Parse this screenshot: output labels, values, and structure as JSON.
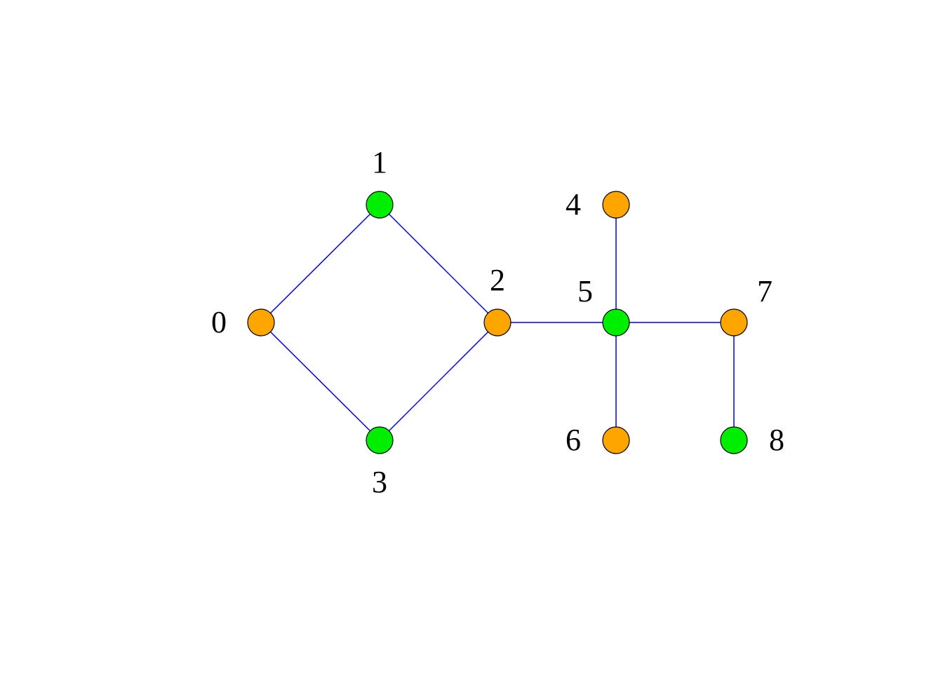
{
  "colors": {
    "edge": "#0000ee",
    "green": "#00ee00",
    "orange": "#ffa500",
    "background": "#ffffff"
  },
  "graph": {
    "nodes": [
      {
        "id": "0",
        "label": "0",
        "color": "orange"
      },
      {
        "id": "1",
        "label": "1",
        "color": "green"
      },
      {
        "id": "2",
        "label": "2",
        "color": "orange"
      },
      {
        "id": "3",
        "label": "3",
        "color": "green"
      },
      {
        "id": "4",
        "label": "4",
        "color": "orange"
      },
      {
        "id": "5",
        "label": "5",
        "color": "green"
      },
      {
        "id": "6",
        "label": "6",
        "color": "orange"
      },
      {
        "id": "7",
        "label": "7",
        "color": "orange"
      },
      {
        "id": "8",
        "label": "8",
        "color": "green"
      }
    ],
    "edges": [
      [
        "0",
        "1"
      ],
      [
        "0",
        "3"
      ],
      [
        "1",
        "2"
      ],
      [
        "3",
        "2"
      ],
      [
        "2",
        "5"
      ],
      [
        "4",
        "5"
      ],
      [
        "5",
        "6"
      ],
      [
        "5",
        "7"
      ],
      [
        "7",
        "8"
      ]
    ]
  }
}
